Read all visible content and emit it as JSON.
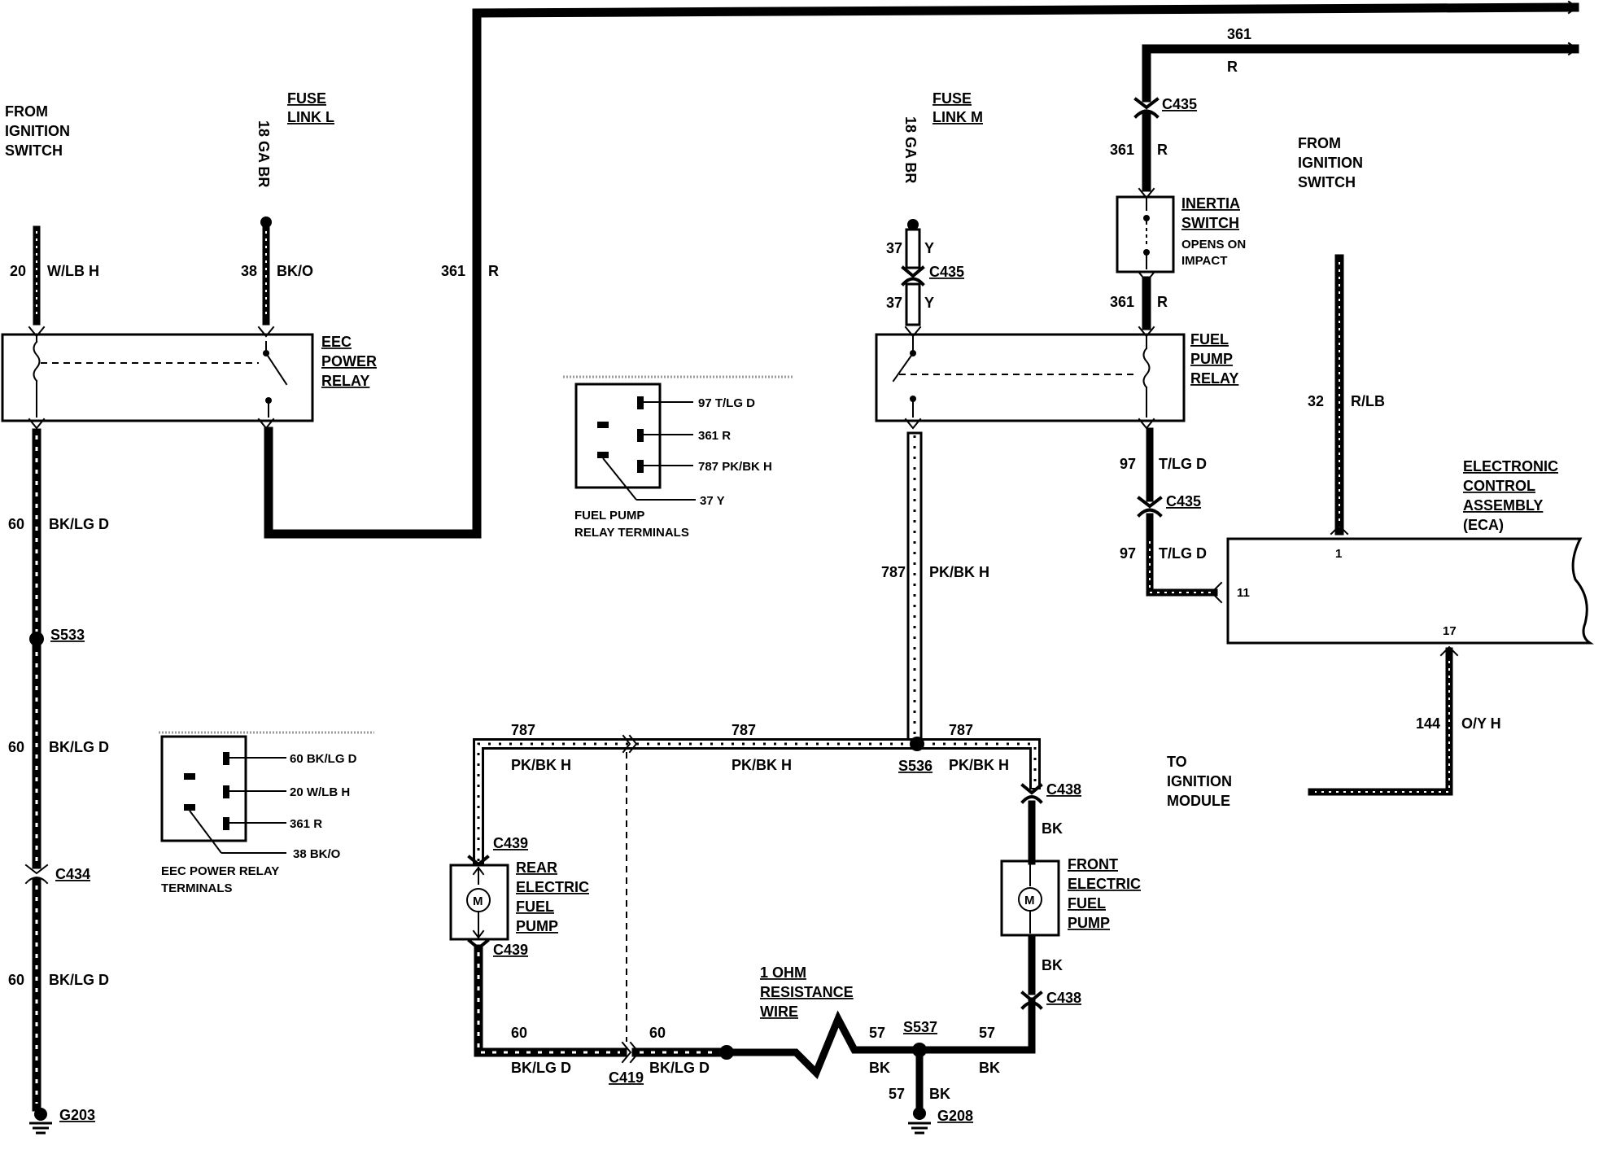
{
  "labels": {
    "from_ignition_left": [
      "FROM",
      "IGNITION",
      "SWITCH"
    ],
    "fuse_link_l": [
      "FUSE",
      "LINK L"
    ],
    "ga_br_l": "18 GA BR",
    "w20_num": "20",
    "w20_color": "W/LB H",
    "w38_num": "38",
    "w38_color": "BK/O",
    "eec_relay": [
      "EEC",
      "POWER",
      "RELAY"
    ],
    "w361_num": "361",
    "w361_color": "R",
    "w60a_num": "60",
    "w60a_color": "BK/LG D",
    "s533": "S533",
    "w60b_num": "60",
    "w60b_color": "BK/LG D",
    "c434": "C434",
    "w60c_num": "60",
    "w60c_color": "BK/LG D",
    "g203": "G203",
    "eec_terminals": {
      "pins": [
        "60 BK/LG D",
        "20 W/LB H",
        "361 R",
        "38 BK/O"
      ],
      "caption": [
        "EEC POWER RELAY",
        "TERMINALS"
      ]
    },
    "fp_terminals": {
      "pins": [
        "97 T/LG D",
        "361 R",
        "787 PK/BK H",
        "37 Y"
      ],
      "caption": [
        "FUEL PUMP",
        "RELAY TERMINALS"
      ]
    },
    "fuse_link_m": [
      "FUSE",
      "LINK M"
    ],
    "ga_br_m": "18 GA BR",
    "w37a_num": "37",
    "w37a_color": "Y",
    "c435_a": "C435",
    "w37b_num": "37",
    "w37b_color": "Y",
    "fp_relay": [
      "FUEL",
      "PUMP",
      "RELAY"
    ],
    "w361_top_num": "361",
    "w361_top_color": "R",
    "c435_top": "C435",
    "w361_mid_num": "361",
    "w361_mid_color": "R",
    "inertia": [
      "INERTIA",
      "SWITCH"
    ],
    "inertia_note": [
      "OPENS ON",
      "IMPACT"
    ],
    "w361_low_num": "361",
    "w361_low_color": "R",
    "w97a_num": "97",
    "w97a_color": "T/LG D",
    "c435_b": "C435",
    "w97b_num": "97",
    "w97b_color": "T/LG D",
    "from_ignition_right": [
      "FROM",
      "IGNITION",
      "SWITCH"
    ],
    "w32_num": "32",
    "w32_color": "R/LB",
    "eca": [
      "ELECTRONIC",
      "CONTROL",
      "ASSEMBLY"
    ],
    "eca_abbr": "(ECA)",
    "eca_pin1": "1",
    "eca_pin11": "11",
    "eca_pin17": "17",
    "w144_num": "144",
    "w144_color": "O/Y H",
    "to_ignition": [
      "TO",
      "IGNITION",
      "MODULE"
    ],
    "w787_num": "787",
    "w787_color": "PK/BK H",
    "w787l_num": "787",
    "w787l_color": "PK/BK H",
    "w787m_num": "787",
    "w787m_color": "PK/BK H",
    "w787r_num": "787",
    "w787r_color": "PK/BK H",
    "s536": "S536",
    "c439_top": "C439",
    "c439_bot": "C439",
    "rear_pump": [
      "REAR",
      "ELECTRIC",
      "FUEL",
      "PUMP"
    ],
    "motor_m": "M",
    "c438_top": "C438",
    "c438_bot": "C438",
    "bk_top": "BK",
    "bk_bot": "BK",
    "front_pump": [
      "FRONT",
      "ELECTRIC",
      "FUEL",
      "PUMP"
    ],
    "w60d_num": "60",
    "w60d_color": "BK/LG D",
    "c419": "C419",
    "w60e_num": "60",
    "w60e_color": "BK/LG D",
    "resistance": [
      "1 OHM",
      "RESISTANCE",
      "WIRE"
    ],
    "w57a_num": "57",
    "w57a_color": "BK",
    "s537": "S537",
    "w57b_num": "57",
    "w57b_color": "BK",
    "w57c_num": "57",
    "w57c_color": "BK",
    "g208": "G208"
  }
}
